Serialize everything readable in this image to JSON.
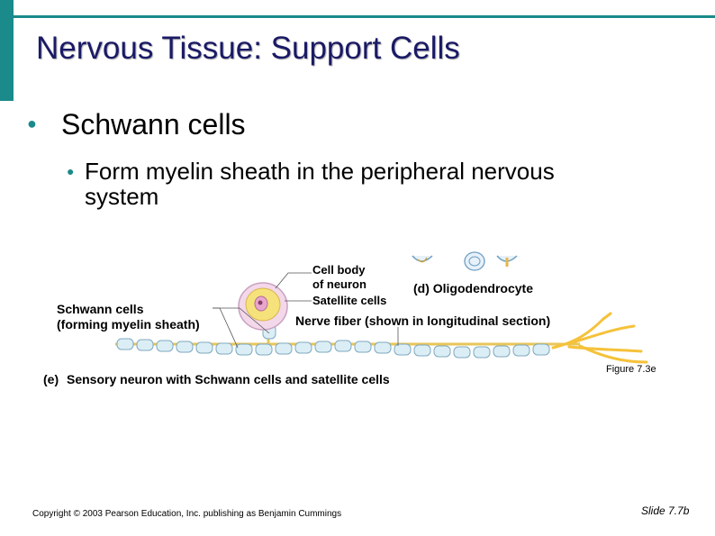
{
  "slide": {
    "title": "Nervous Tissue: Support Cells",
    "bullet_main": "Schwann cells",
    "bullet_sub_line1": "Form myelin sheath in the peripheral nervous",
    "bullet_sub_line2": "system",
    "figure_caption": "Figure 7.3e",
    "copyright": "Copyright © 2003 Pearson Education, Inc. publishing as Benjamin Cummings",
    "slide_number": "Slide 7.7b"
  },
  "figure": {
    "label_cell_body_1": "Cell body",
    "label_cell_body_2": "of neuron",
    "label_satellite": "Satellite cells",
    "label_panel_d": "(d) Oligodendrocyte",
    "label_schwann_1": "Schwann cells",
    "label_schwann_2": "(forming myelin sheath)",
    "label_nerve_fiber": "Nerve fiber (shown in longitudinal section)",
    "label_panel_e_letter": "(e)",
    "label_panel_e_text": "Sensory neuron with Schwann cells and satellite cells"
  },
  "colors": {
    "accent": "#1a8a8a",
    "title_text": "#1a1a66",
    "myelin_fill": "#dceef5",
    "axon_fill": "#f7d96a",
    "cell_body_fill": "#f3d8ea"
  }
}
